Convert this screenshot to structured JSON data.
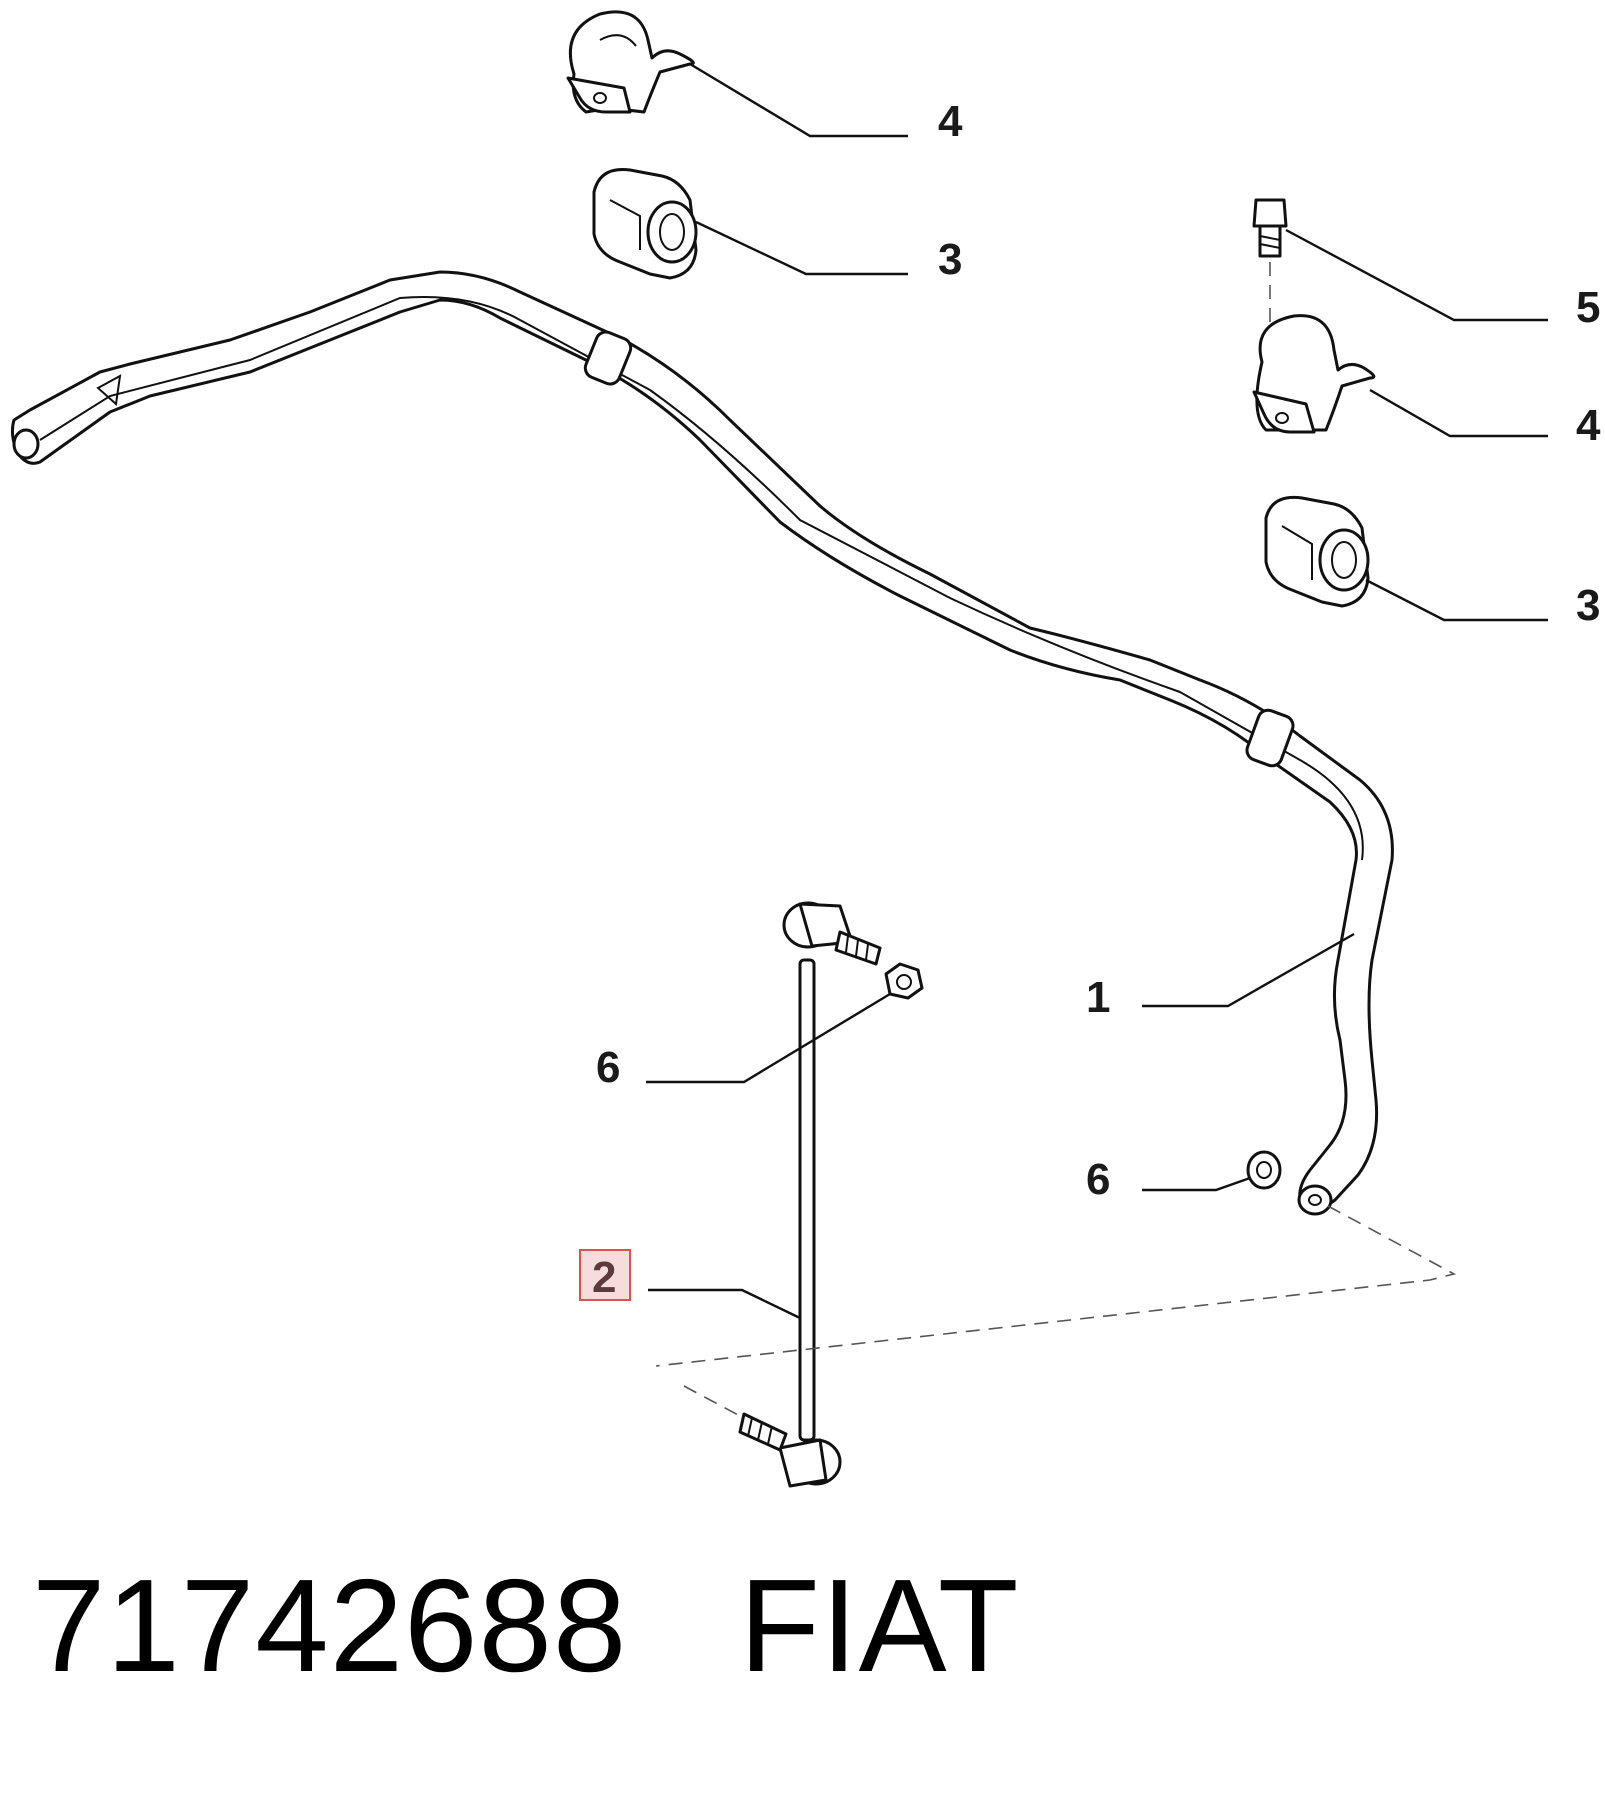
{
  "diagram": {
    "callouts": {
      "c4_top": "4",
      "c3_top": "3",
      "c5": "5",
      "c4_right": "4",
      "c3_right": "3",
      "c1": "1",
      "c6_left": "6",
      "c6_right": "6",
      "c2": "2"
    },
    "highlight_color": "#d9534f"
  },
  "caption": {
    "part_number": "71742688",
    "brand": "FIAT"
  }
}
